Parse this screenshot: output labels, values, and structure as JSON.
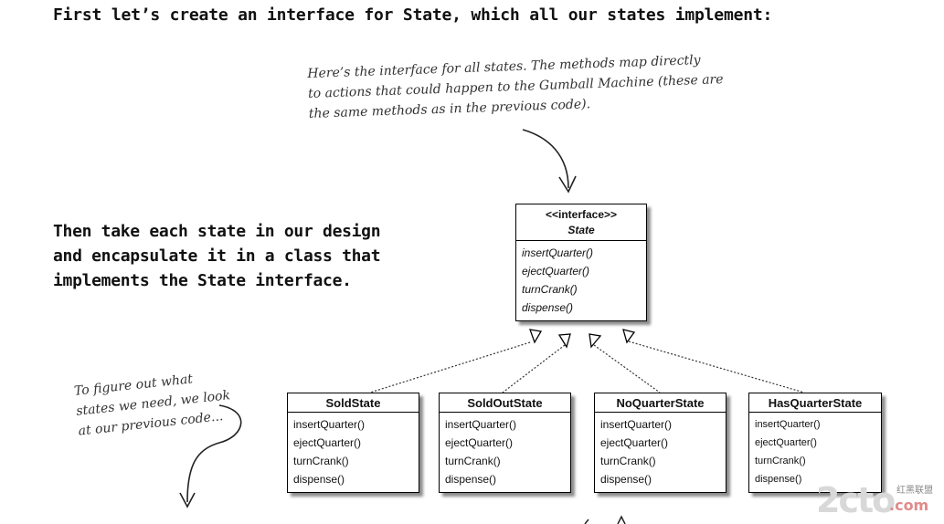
{
  "heading": "First let’s create an interface for State, which all our states implement:",
  "body_lines": [
    "Then take each state in our design",
    "and encapsulate it in a class that",
    "implements the State interface."
  ],
  "note_top": [
    "Here’s the interface for all states.  The methods map directly",
    "to actions that could happen to the Gumball Machine (these are",
    "the same methods as in the previous code)."
  ],
  "note_left": [
    "To figure out what",
    "states we need, we look",
    "at our previous code..."
  ],
  "interface": {
    "stereotype": "<<interface>>",
    "name": "State",
    "methods": [
      "insertQuarter()",
      "ejectQuarter()",
      "turnCrank()",
      "dispense()"
    ]
  },
  "classes": [
    {
      "name": "SoldState",
      "methods": [
        "insertQuarter()",
        "ejectQuarter()",
        "turnCrank()",
        "dispense()"
      ]
    },
    {
      "name": "SoldOutState",
      "methods": [
        "insertQuarter()",
        "ejectQuarter()",
        "turnCrank()",
        "dispense()"
      ]
    },
    {
      "name": "NoQuarterState",
      "methods": [
        "insertQuarter()",
        "ejectQuarter()",
        "turnCrank()",
        "dispense()"
      ]
    },
    {
      "name": "HasQuarterState",
      "methods": [
        "insertQuarter()",
        "ejectQuarter()",
        "turnCrank()",
        "dispense()"
      ]
    }
  ],
  "watermark": {
    "number": "2cto",
    "tld": ".com",
    "cn": "红黑联盟"
  }
}
